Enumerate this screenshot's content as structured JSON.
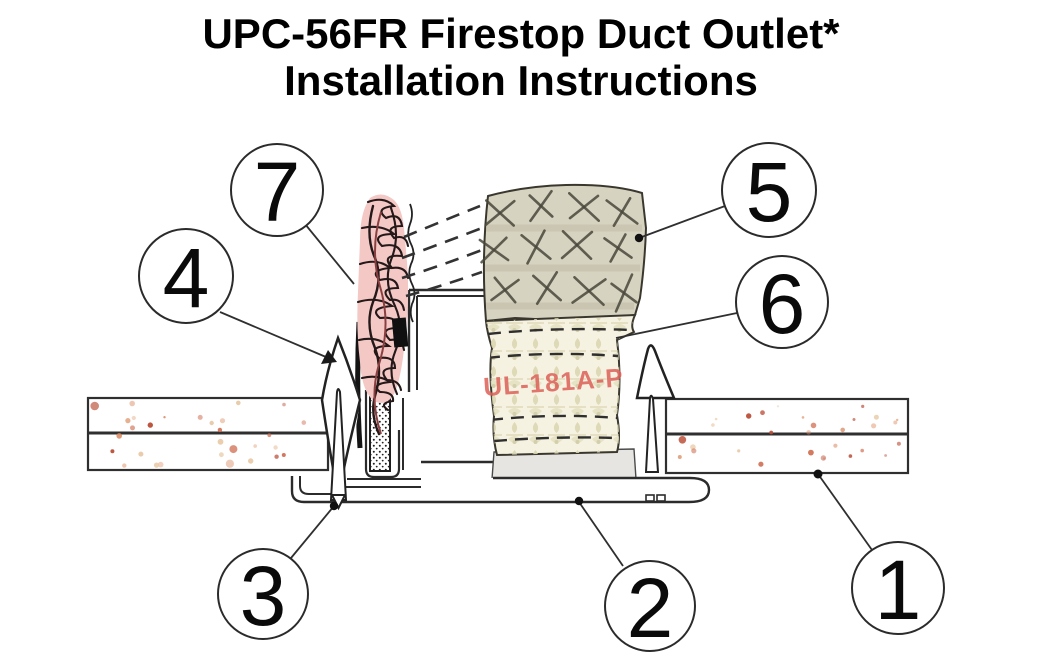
{
  "title": {
    "line1": "UPC-56FR Firestop Duct Outlet*",
    "line2": "Installation Instructions"
  },
  "diagram": {
    "wrap_label": "UL-181A-P",
    "callouts": {
      "c1": "1",
      "c2": "2",
      "c3": "3",
      "c4": "4",
      "c5": "5",
      "c6": "6",
      "c7": "7"
    },
    "colors": {
      "wool_pink": "#f3c8c5",
      "insulation_tan": "#d7d3c1",
      "wrap_cream": "#f6f2e1",
      "band_gray": "#e6e5e2",
      "label_red": "#dd6058",
      "line_dark": "#2b2b2b"
    }
  }
}
